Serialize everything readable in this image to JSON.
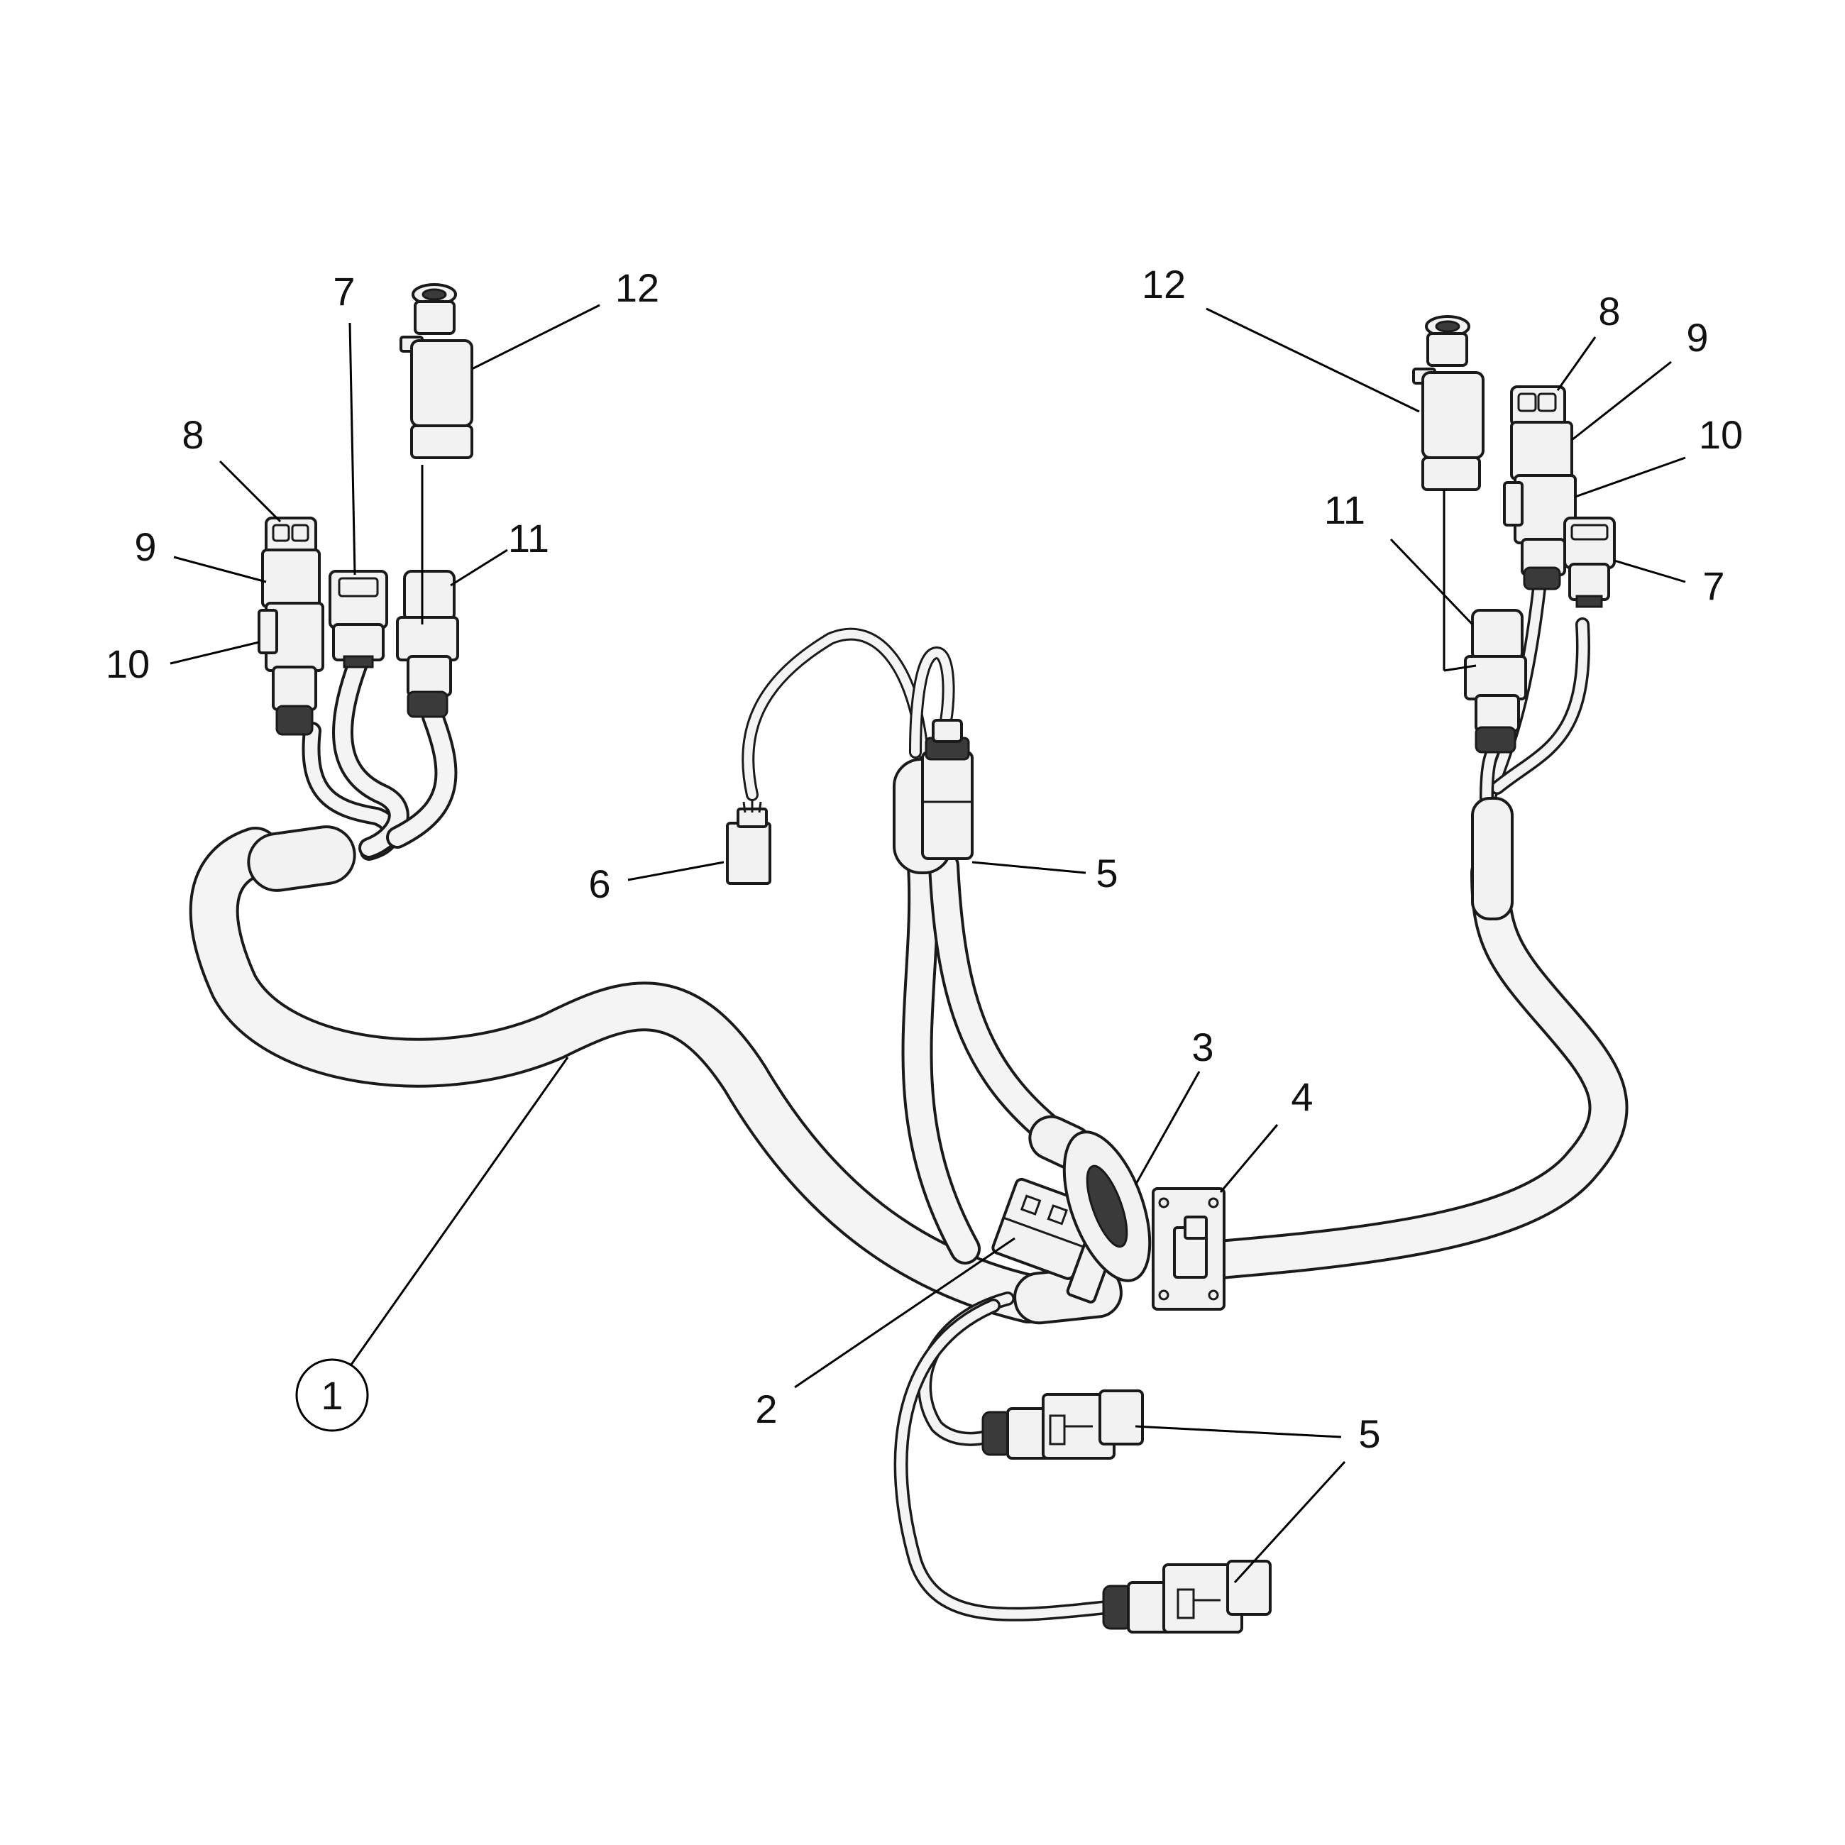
{
  "callouts": {
    "c1": "1",
    "c2": "2",
    "c3": "3",
    "c4": "4",
    "c5_top": "5",
    "c5_mid": "5",
    "c5_low": "5",
    "c6": "6",
    "c7_left": "7",
    "c7_right": "7",
    "c8_left": "8",
    "c8_right": "8",
    "c9_left": "9",
    "c9_right": "9",
    "c10_left": "10",
    "c10_right": "10",
    "c11_left": "11",
    "c11_right": "11",
    "c12_left": "12",
    "c12_right": "12"
  },
  "colors": {
    "cable_fill": "#f4f4f4",
    "outline": "#1a1a1a"
  }
}
